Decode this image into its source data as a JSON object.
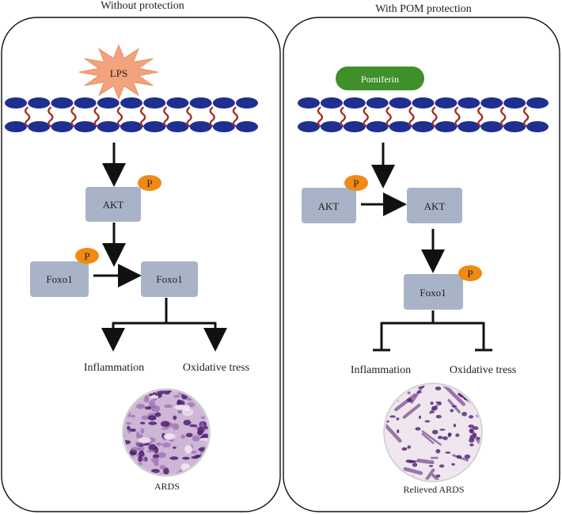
{
  "left_panel": {
    "title": "Without protection",
    "stimulus": "LPS",
    "akt_label": "AKT",
    "akt_badge": "P",
    "foxo_left_label": "Foxo1",
    "foxo_left_badge": "P",
    "foxo_right_label": "Foxo1",
    "outcome_1": "Inflammation",
    "outcome_2": "Oxidative tress",
    "tissue_caption": "ARDS"
  },
  "right_panel": {
    "title": "With POM protection",
    "stimulus": "Pomiferin",
    "akt_left_label": "AKT",
    "akt_left_badge": "P",
    "akt_right_label": "AKT",
    "foxo_label": "Foxo1",
    "foxo_badge": "P",
    "outcome_1": "Inflammation",
    "outcome_2": "Oxidative tress",
    "tissue_caption": "Relieved ARDS"
  },
  "colors": {
    "membrane_head": "#1f2f8f",
    "membrane_tail": "#a0302a",
    "protein_box": "#a9b3c7",
    "phospho_badge": "#f08a12",
    "lps_burst": "#f2a27c",
    "pomiferin_pill": "#3f8f2a",
    "stain_dark": "#5a2a7a",
    "stain_light": "#f1e7f0"
  }
}
